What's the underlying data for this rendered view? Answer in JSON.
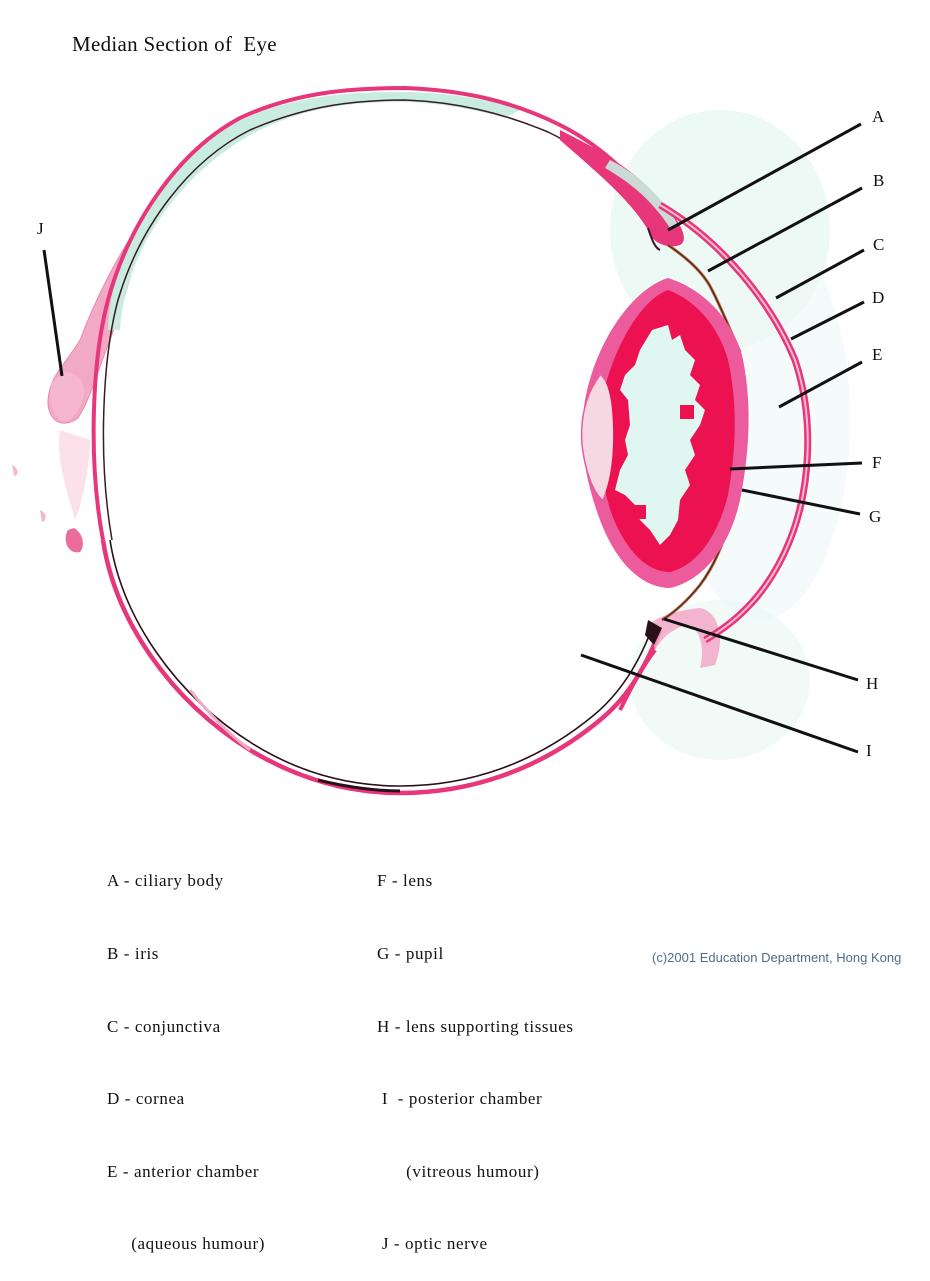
{
  "title": "Median Section of  Eye",
  "labels": {
    "A": "A",
    "B": "B",
    "C": "C",
    "D": "D",
    "E": "E",
    "F": "F",
    "G": "G",
    "H": "H",
    "I": "I",
    "J": "J"
  },
  "legend": {
    "left": [
      {
        "key": "A",
        "text": "A - ciliary body"
      },
      {
        "key": "B",
        "text": "B - iris"
      },
      {
        "key": "C",
        "text": "C - conjunctiva"
      },
      {
        "key": "D",
        "text": "D - cornea"
      },
      {
        "key": "E",
        "text": "E - anterior chamber"
      },
      {
        "key": "E2",
        "text": "     (aqueous humour)"
      }
    ],
    "right": [
      {
        "key": "F",
        "text": "F - lens"
      },
      {
        "key": "G",
        "text": "G - pupil"
      },
      {
        "key": "H",
        "text": "H - lens supporting tissues"
      },
      {
        "key": "I",
        "text": " I  - posterior chamber"
      },
      {
        "key": "I2",
        "text": "      (vitreous humour)"
      },
      {
        "key": "J",
        "text": " J - optic nerve"
      }
    ]
  },
  "credit": "(c)2001 Education Department, Hong Kong",
  "colors": {
    "tissue_pink": "#e8367a",
    "tissue_light": "#f3a3c4",
    "lens_core_red": "#ec1150",
    "lens_pink": "#ec5b9b",
    "cyan_gap": "#c9ece0",
    "iris_brown": "#b5643a",
    "leader_line": "#111111",
    "credit_text": "#4e6e86"
  }
}
